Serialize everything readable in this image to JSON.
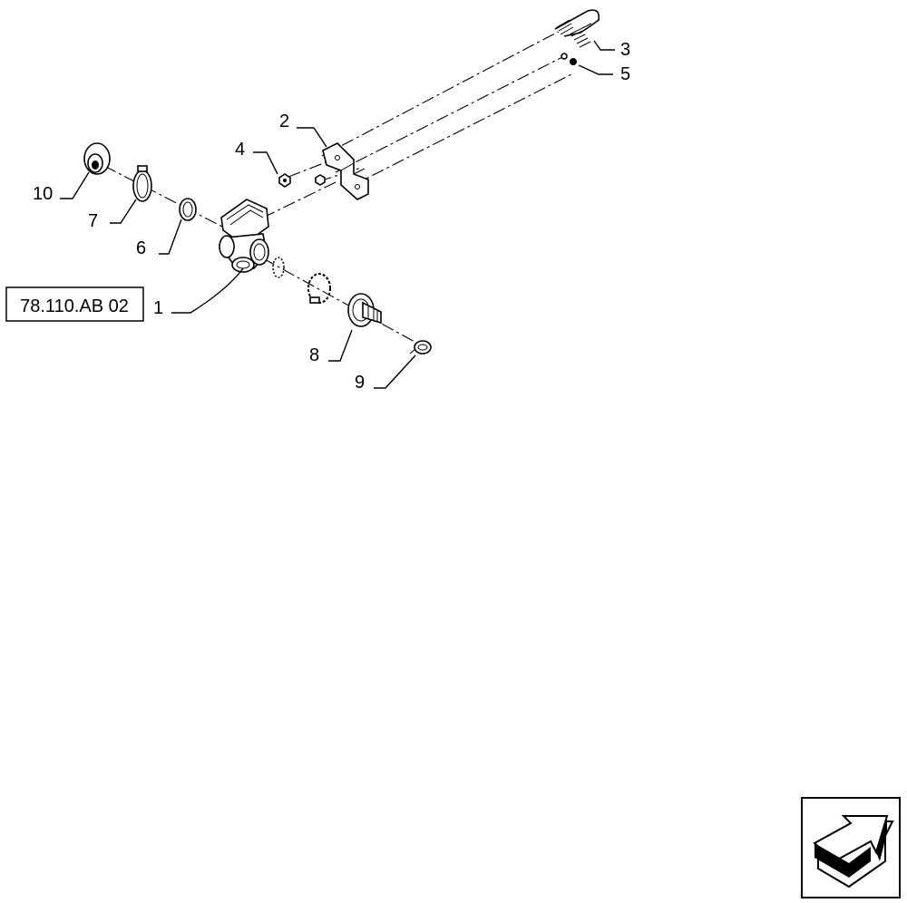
{
  "diagram": {
    "reference_box": "78.110.AB 02",
    "callouts": [
      {
        "id": "1",
        "text": "1"
      },
      {
        "id": "2",
        "text": "2"
      },
      {
        "id": "3",
        "text": "3"
      },
      {
        "id": "4",
        "text": "4"
      },
      {
        "id": "5",
        "text": "5"
      },
      {
        "id": "6",
        "text": "6"
      },
      {
        "id": "7",
        "text": "7"
      },
      {
        "id": "8",
        "text": "8"
      },
      {
        "id": "9",
        "text": "9"
      },
      {
        "id": "10",
        "text": "10"
      }
    ],
    "nav_icon": "next-page-arrow-icon"
  }
}
